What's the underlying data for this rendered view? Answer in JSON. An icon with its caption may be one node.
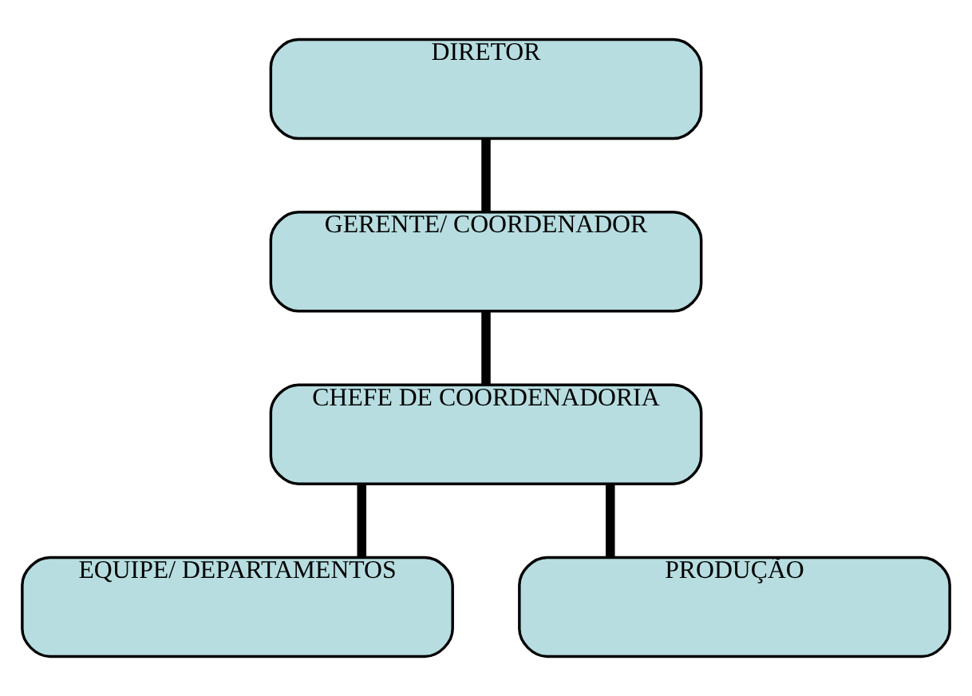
{
  "diagram": {
    "nodes": [
      {
        "text": [
          "DIRETOR"
        ]
      },
      {
        "text": [
          "GERENTE/ COORDENADOR"
        ]
      },
      {
        "text": [
          "CHEFE DE COORDENADORIA"
        ]
      },
      {
        "text": [
          "EQUIPE/ DEPARTAMENTOS"
        ]
      },
      {
        "text": [
          "PRODUÇÃO"
        ]
      }
    ],
    "edges": [
      {
        "from": 0,
        "to": 1,
        "arrow": "none"
      },
      {
        "from": 1,
        "to": 2,
        "arrow": "none"
      },
      {
        "from": 2,
        "to": 3,
        "arrow": "none"
      },
      {
        "from": 2,
        "to": 4,
        "arrow": "none"
      }
    ]
  }
}
